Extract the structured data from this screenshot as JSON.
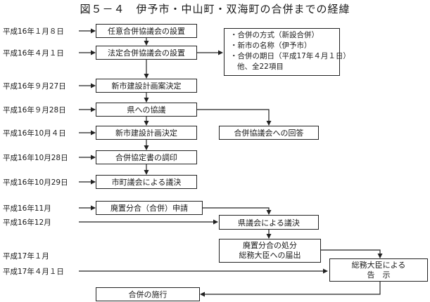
{
  "title": "図５－４　伊予市・中山町・双海町の合併までの経緯",
  "dates": [
    "平成16年１月８日",
    "平成16年４月１日",
    "平成16年９月27日",
    "平成16年９月28日",
    "平成16年10月４日",
    "平成16年10月28日",
    "平成16年10月29日",
    "平成16年11月",
    "平成16年12月",
    "平成17年１月",
    "平成17年４月１日"
  ],
  "steps": {
    "ninni": "任意合併協議会の設置",
    "houtei": "法定合併協議会の設置",
    "keikaku": "新市建設計画案決定",
    "ken_kyougi": "県への協議",
    "kaitou": "合併協議会への回答",
    "keikaku_kettei": "新市建設計画決定",
    "chouin": "合併協定書の調印",
    "giketsu": "市町議会による議決",
    "shinsei": "廃置分合（合併）申請",
    "kengikai": "県議会による議決",
    "shobun_1": "廃置分合の処分",
    "shobun_2": "総務大臣への届出",
    "kokuji_1": "総務大臣による",
    "kokuji_2": "告　示",
    "shikou": "合併の施行"
  },
  "notes": [
    "・合併の方式（新設合併）",
    "・新市の名称（伊予市）",
    "・合併の期日（平成17年４月１日）",
    "他、全22項目"
  ]
}
